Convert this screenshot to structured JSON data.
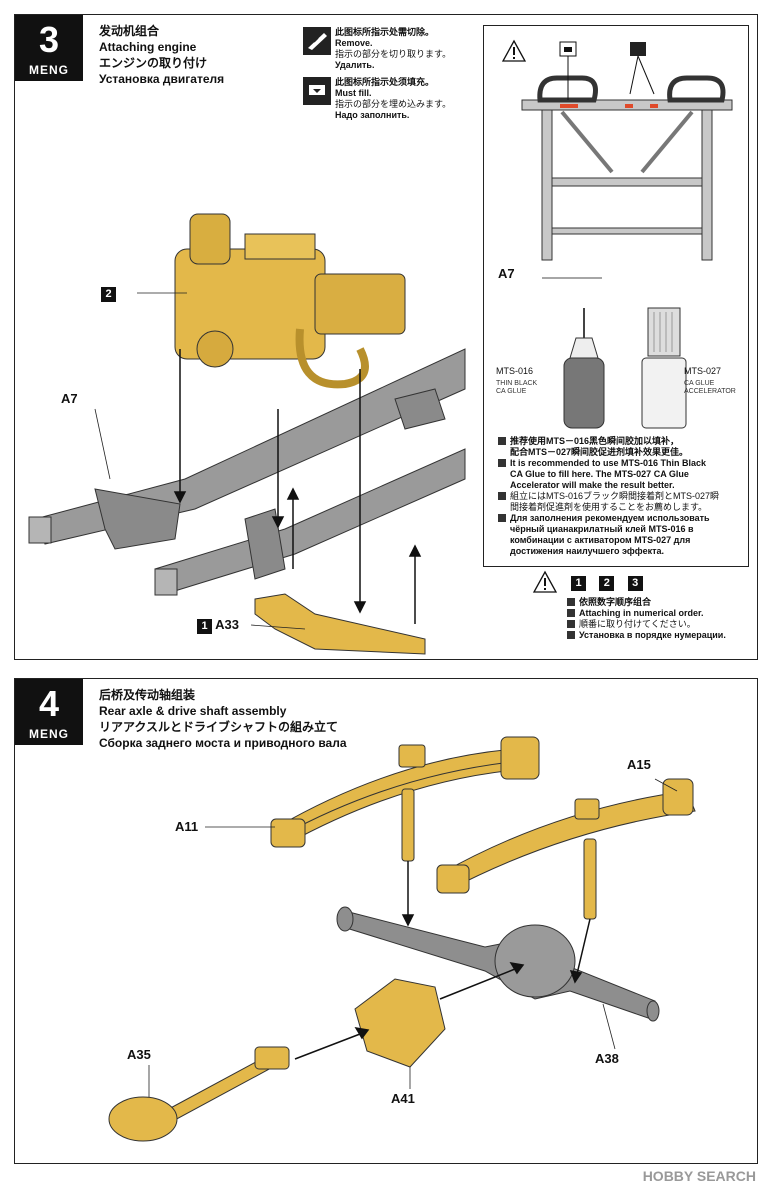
{
  "step3": {
    "number": "3",
    "brand": "MENG",
    "title_zh": "发动机组合",
    "title_en": "Attaching engine",
    "title_ja": "エンジンの取り付け",
    "title_ru": "Установка двигателя",
    "legend": [
      {
        "icon": "cutter-icon",
        "zh": "此图标所指示处需切除。",
        "en": "Remove.",
        "ja": "指示の部分を切り取ります。",
        "ru": "Удалить."
      },
      {
        "icon": "fill-icon",
        "zh": "此图标所指示处须填充。",
        "en": "Must fill.",
        "ja": "指示の部分を埋め込みます。",
        "ru": "Надо заполнить."
      }
    ],
    "parts": {
      "engine_step": "2",
      "frame": "A7",
      "bracket_step": "1",
      "bracket": "A33"
    },
    "detail": {
      "frame_label": "A7",
      "glue1_code": "MTS-016",
      "glue1_desc": [
        "THIN BLACK",
        "CA GLUE"
      ],
      "glue2_code": "MTS-027",
      "glue2_desc": [
        "CA GLUE",
        "ACCELERATOR"
      ],
      "note": [
        {
          "bold": true,
          "text": "推荐使用MTS－016黑色瞬间胶加以填补，"
        },
        {
          "bold": true,
          "text": "配合MTS－027瞬间胶促进剂填补效果更佳。"
        },
        {
          "bold": true,
          "text": "It is recommended to use MTS-016 Thin Black"
        },
        {
          "bold": true,
          "text": "CA Glue to fill here. The MTS-027 CA Glue"
        },
        {
          "bold": true,
          "text": "Accelerator will make the result better."
        },
        {
          "bold": false,
          "text": "組立にはMTS-016ブラック瞬間接着剤とMTS-027瞬"
        },
        {
          "bold": false,
          "text": "間接着剤促進剤を使用することをお薦めします。"
        },
        {
          "bold": true,
          "text": "Для заполнения рекомендуем использовать"
        },
        {
          "bold": true,
          "text": "чёрный цианакрилатный клей MTS-016 в"
        },
        {
          "bold": true,
          "text": "комбинации с активатором MTS-027 для"
        },
        {
          "bold": true,
          "text": "достижения наилучшего эффекта."
        }
      ]
    },
    "order": {
      "steps": [
        "1",
        "2",
        "3"
      ],
      "zh": "依照数字顺序组合",
      "en": "Attaching in numerical order.",
      "ja": "順番に取り付けてください。",
      "ru": "Установка в порядке нумерации."
    }
  },
  "step4": {
    "number": "4",
    "brand": "MENG",
    "title_zh": "后桥及传动轴组装",
    "title_en": "Rear axle & drive shaft assembly",
    "title_ja": "リアアクスルとドライブシャフトの組み立て",
    "title_ru": "Сборка заднего моста и приводного вала",
    "parts": {
      "spring_left": "A11",
      "spring_right": "A15",
      "shaft": "A35",
      "housing": "A41",
      "axle": "A38"
    }
  },
  "watermark": "HOBBY SEARCH",
  "colors": {
    "part_yellow": "#E3B84A",
    "part_gray": "#8E8E8E",
    "frame_gray": "#9A9A9A",
    "red_mark": "#E04A2A"
  }
}
